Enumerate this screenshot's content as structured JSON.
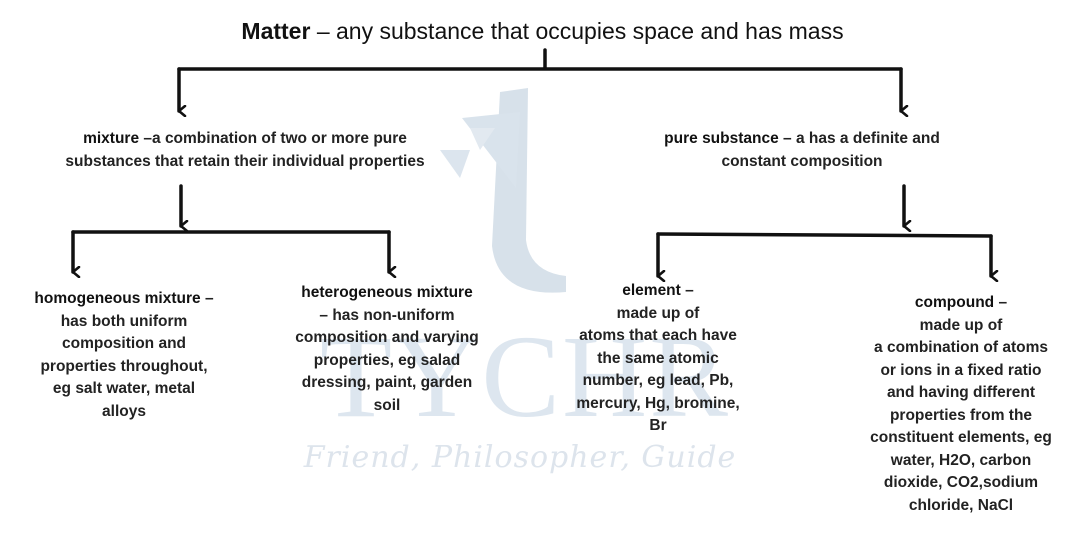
{
  "title": {
    "term": "Matter",
    "definition": "– any substance that occupies space and has mass"
  },
  "watermark": {
    "brand": "TYCHR",
    "tagline": "Friend, Philosopher, Guide"
  },
  "mixture": {
    "term": "mixture",
    "lines": [
      "–a combination of two or more pure",
      "substances that retain their individual properties"
    ]
  },
  "pure_substance": {
    "term": "pure substance",
    "lines": [
      "– a has a definite and",
      "constant composition"
    ]
  },
  "homogeneous": {
    "term": "homogeneous mixture",
    "lines": [
      "–",
      "has both uniform",
      "composition and",
      "properties throughout,",
      "eg salt water, metal",
      "alloys"
    ]
  },
  "heterogeneous": {
    "term": "heterogeneous mixture",
    "lines": [
      "– has non-uniform",
      "composition and varying",
      "properties, eg salad",
      "dressing, paint, garden",
      "soil"
    ]
  },
  "element": {
    "term": "element",
    "lines": [
      "–",
      "made up of",
      "atoms that each have",
      "the same atomic",
      "number, eg lead, Pb,",
      "mercury, Hg, bromine,",
      "Br"
    ]
  },
  "compound": {
    "term": "compound",
    "lines": [
      "–",
      "made up of",
      "a combination of atoms",
      "or ions in a fixed ratio",
      "and having different",
      "properties from the",
      "constituent elements, eg",
      "water, H2O, carbon",
      "dioxide, CO2,sodium",
      "chloride, NaCl"
    ]
  }
}
